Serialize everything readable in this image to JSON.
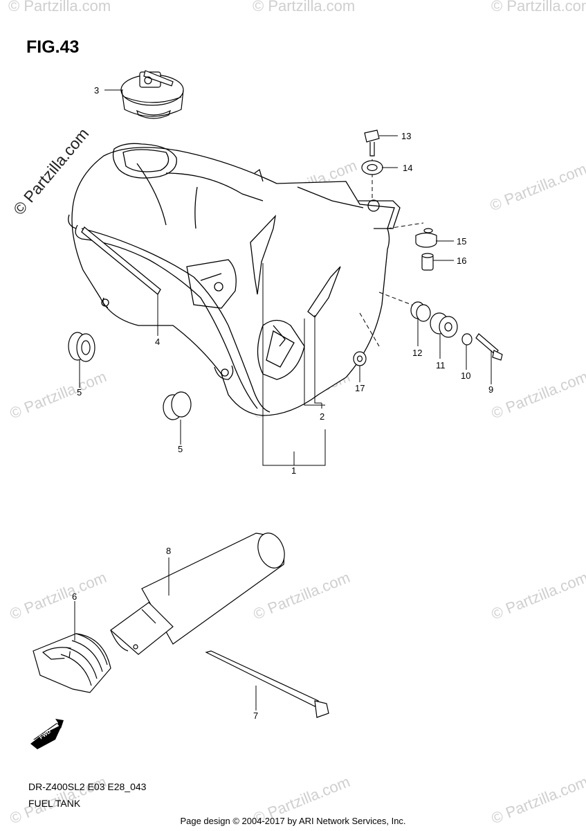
{
  "figure": {
    "title": "FIG.43",
    "model_code": "DR-Z400SL2 E03 E28_043",
    "caption": "FUEL TANK"
  },
  "footer": {
    "credit": "Page design © 2004-2017 by ARI Network Services, Inc."
  },
  "watermark": {
    "text": "© Partzilla.com"
  },
  "direction_badge": "FWD",
  "callouts": [
    "1",
    "2",
    "3",
    "4",
    "5",
    "5",
    "6",
    "7",
    "8",
    "9",
    "10",
    "11",
    "12",
    "13",
    "14",
    "15",
    "16",
    "17"
  ]
}
